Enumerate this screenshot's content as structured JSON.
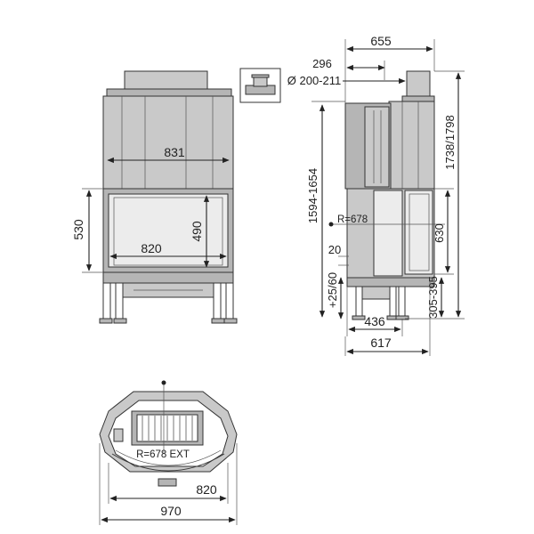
{
  "labels": {
    "front_width": "831",
    "opening_width": "820",
    "opening_height": "490",
    "front_opening_left_height": "530",
    "side_depth_top": "655",
    "side_flue_offset": "296",
    "flue_diameter": "Ø 200-211",
    "side_height_range": "1594-1654",
    "side_total_height": "1738/1798",
    "radius_side": "R=678",
    "side_gap": "20",
    "side_glass_height": "630",
    "side_base_adjust": "+25/60",
    "side_leg_height": "305-395",
    "side_depth_bottom_inner": "436",
    "side_depth_bottom_outer": "617",
    "plan_radius": "R=678 EXT",
    "plan_inner_width": "820",
    "plan_outer_width": "970"
  }
}
